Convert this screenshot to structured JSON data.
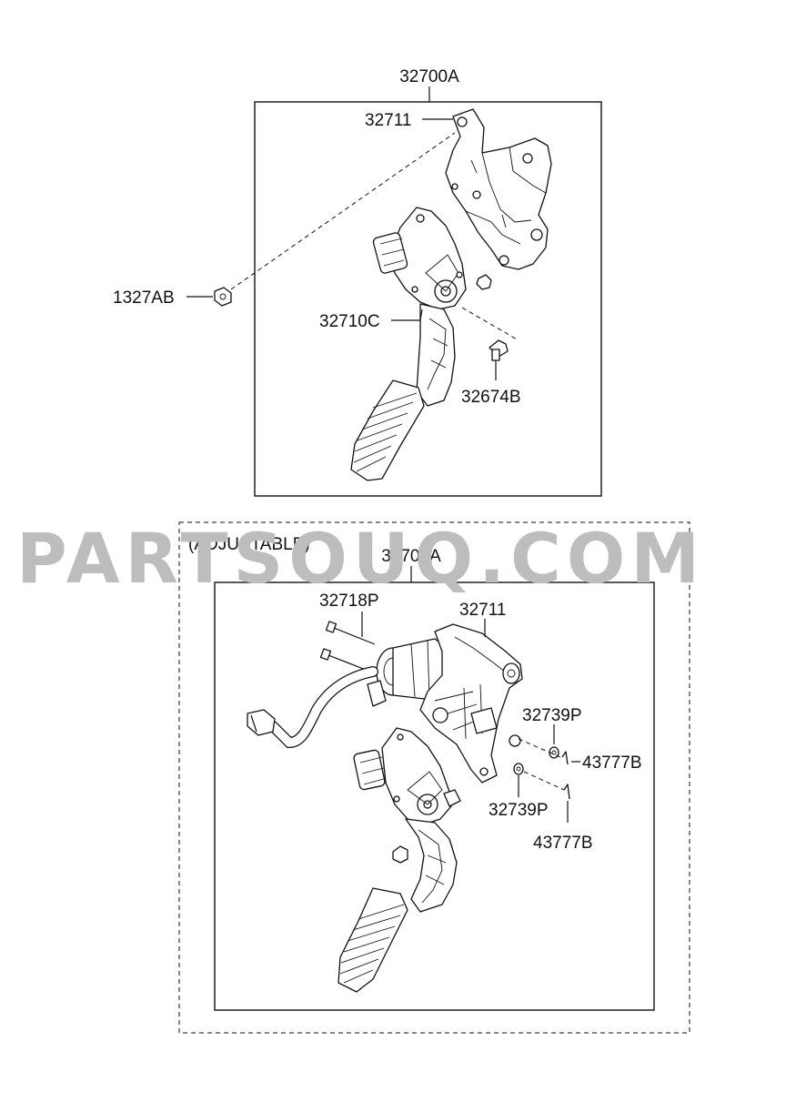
{
  "watermark": "PARTSOUQ.COM",
  "upper_assembly": {
    "assembly_label": "32700A",
    "parts": {
      "bracket": "32711",
      "nut": "1327AB",
      "pedal": "32710C",
      "bolt": "32674B"
    }
  },
  "lower_assembly": {
    "group_label": "(ADJUSTABLE)",
    "assembly_label": "32700A",
    "parts": {
      "bolt": "32718P",
      "bracket": "32711",
      "washer_upper": "32739P",
      "pin_upper": "43777B",
      "washer_lower": "32739P",
      "pin_lower": "43777B"
    }
  }
}
